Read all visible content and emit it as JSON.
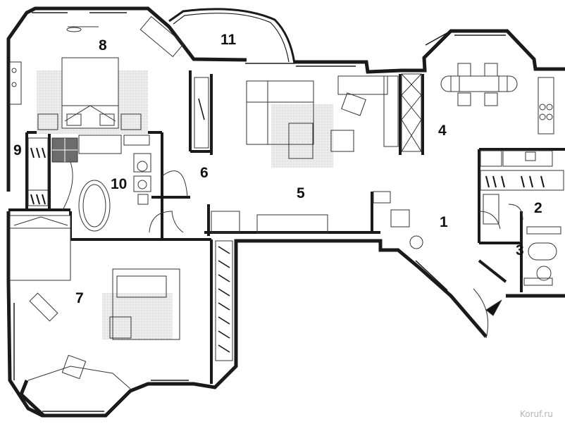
{
  "rooms": [
    "1",
    "2",
    "3",
    "4",
    "5",
    "6",
    "7",
    "8",
    "9",
    "10",
    "11"
  ],
  "watermark": "Koruf.ru",
  "colors": {
    "wall": "#1a1a1a",
    "rug": "#e4e4e4",
    "line": "#333333"
  }
}
